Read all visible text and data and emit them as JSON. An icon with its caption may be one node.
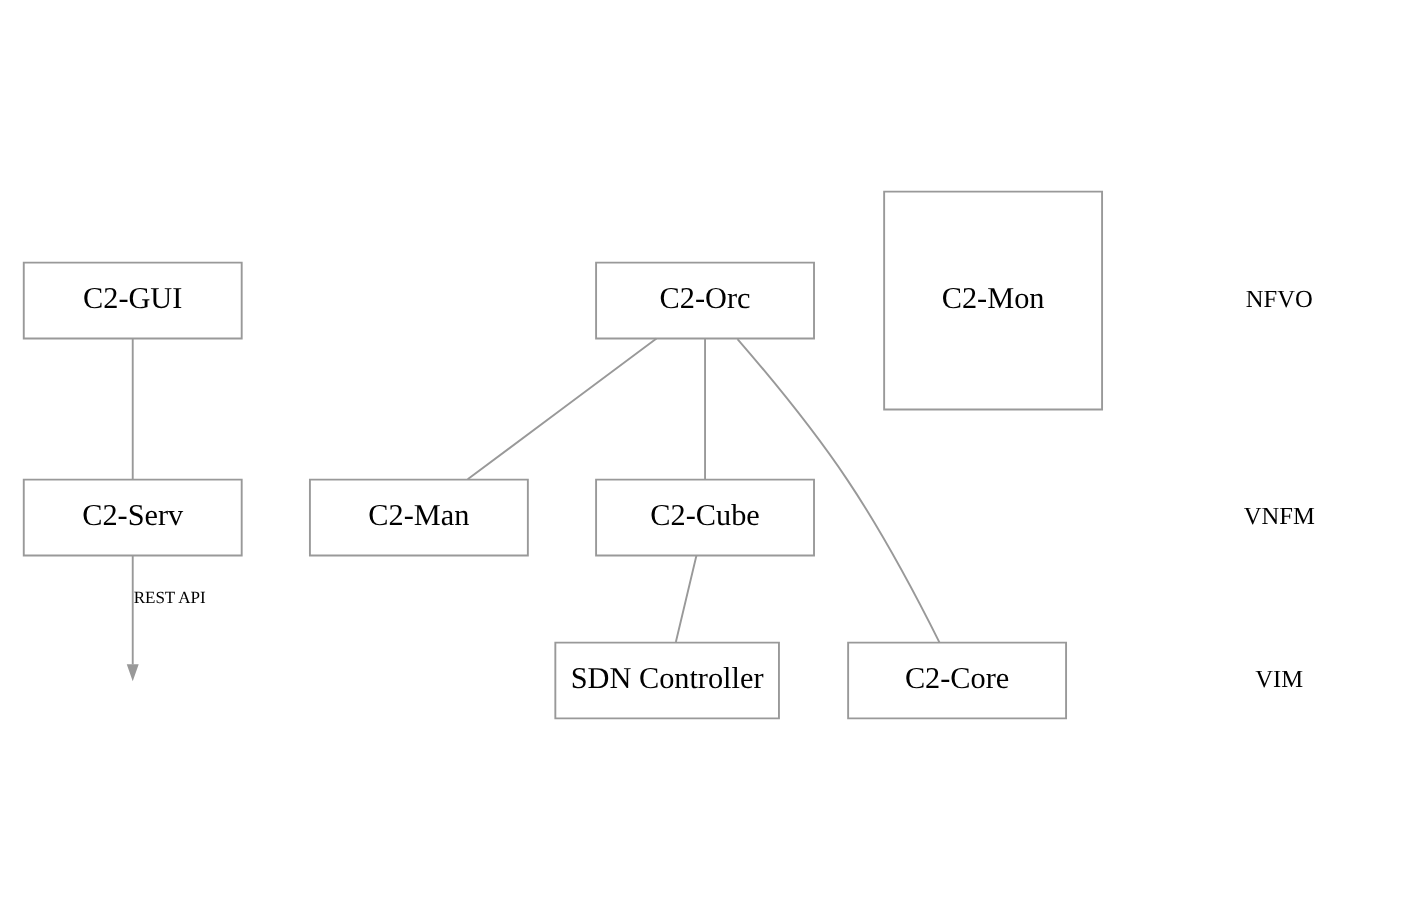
{
  "diagram": {
    "nodes": [
      {
        "text": [
          "C2-GUI"
        ]
      },
      {
        "text": [
          "C2-Orc"
        ]
      },
      {
        "text": [
          "C2-Serv"
        ]
      },
      {
        "text": [
          "C2-Man"
        ]
      },
      {
        "text": [
          "C2-Cube"
        ]
      },
      {
        "text": [
          "C2-Mon"
        ]
      },
      {
        "text": [
          "C2-Core"
        ]
      },
      {
        "text": [
          "SDN Controller"
        ]
      }
    ],
    "edges": [
      {
        "from": 0,
        "to": 2,
        "arrow": "none"
      },
      {
        "from": 2,
        "to": null,
        "arrow": "to",
        "label": "REST API"
      },
      {
        "from": 1,
        "to": 3,
        "arrow": "none"
      },
      {
        "from": 1,
        "to": 4,
        "arrow": "none"
      },
      {
        "from": 1,
        "to": 6,
        "arrow": "none"
      },
      {
        "from": 4,
        "to": 7,
        "arrow": "none"
      }
    ],
    "labels": [
      "NFVO",
      "VNFM",
      "VIM"
    ]
  }
}
